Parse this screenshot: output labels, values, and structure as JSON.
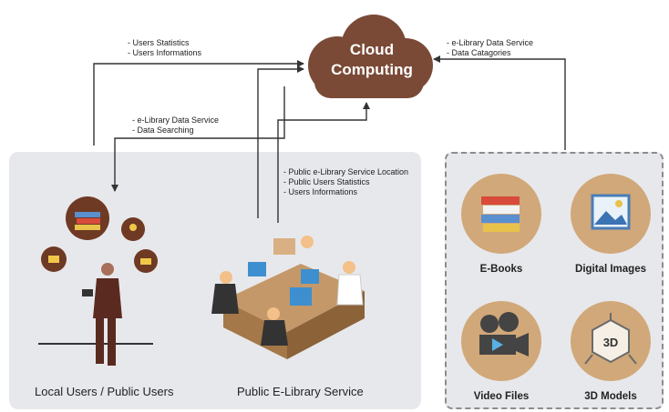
{
  "cloud": {
    "line1": "Cloud",
    "line2": "Computing"
  },
  "notes": {
    "users_stats": [
      "- Users Statistics",
      "- Users Informations"
    ],
    "data_service_right": [
      "- e-Library Data Service",
      "- Data Catagories"
    ],
    "data_service_left": [
      "- e-Library Data Service",
      "- Data Searching"
    ],
    "public_service": [
      "- Public e-Library Service Location",
      "- Public Users Statistics",
      "- Users Informations"
    ]
  },
  "captions": {
    "local_users": "Local Users / Public Users",
    "public_library": "Public E-Library Service"
  },
  "resources": {
    "ebooks": "E-Books",
    "digital_images": "Digital Images",
    "video_files": "Video Files",
    "models_3d": "3D Models",
    "models_3d_badge": "3D"
  },
  "colors": {
    "cloud": "#7a4a37",
    "resource_circle": "#d1a879",
    "panel": "#e7e8ec",
    "desk": "#c49868",
    "icon_circle": "#6e3a24",
    "arrow": "#333333"
  }
}
